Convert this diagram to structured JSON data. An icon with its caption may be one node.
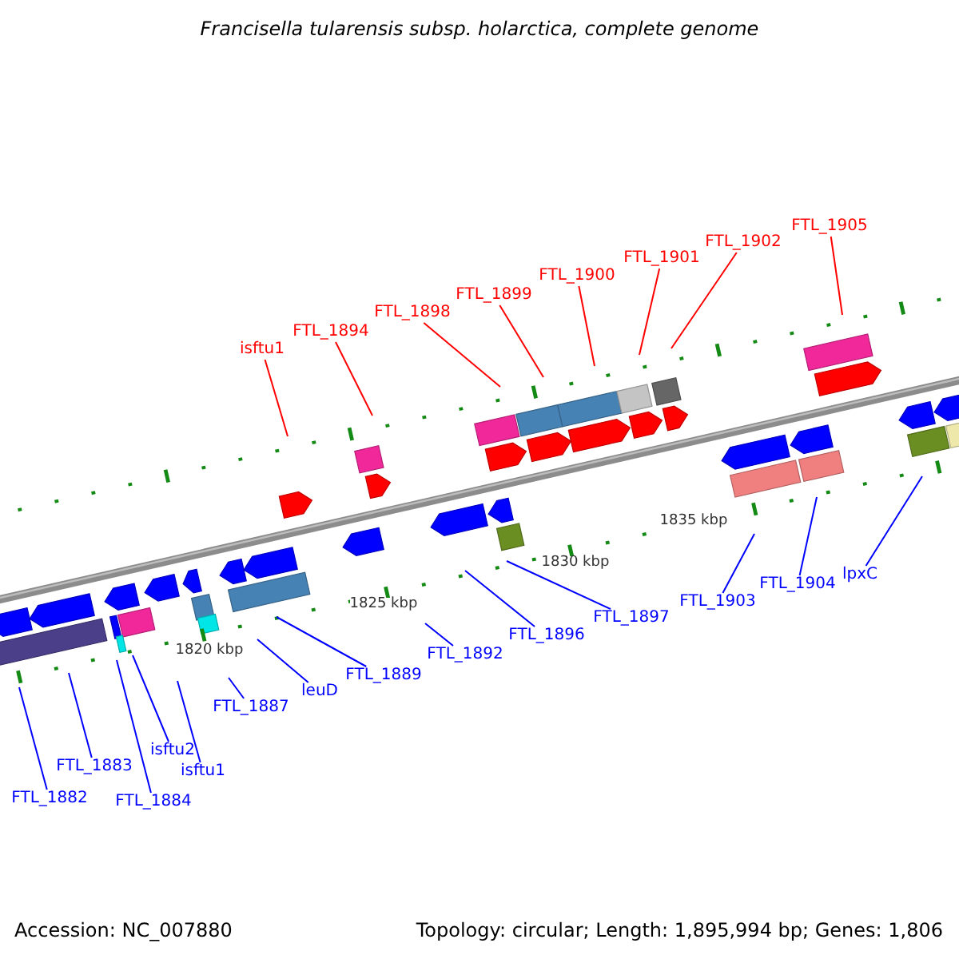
{
  "diagram": {
    "title": "Francisella tularensis subsp. holarctica, complete genome",
    "nodes": [
      {
        "text": [
          "FTL_1905"
        ]
      },
      {
        "text": [
          "FTL_1902"
        ]
      },
      {
        "text": [
          "FTL_1901"
        ]
      },
      {
        "text": [
          "FTL_1900"
        ]
      },
      {
        "text": [
          "FTL_1899"
        ]
      },
      {
        "text": [
          "FTL_1898"
        ]
      },
      {
        "text": [
          "FTL_1894"
        ]
      },
      {
        "text": [
          "isftu1"
        ]
      },
      {
        "text": [
          "lpxC"
        ]
      },
      {
        "text": [
          "FTL_1904"
        ]
      },
      {
        "text": [
          "FTL_1903"
        ]
      },
      {
        "text": [
          "FTL_1897"
        ]
      },
      {
        "text": [
          "FTL_1896"
        ]
      },
      {
        "text": [
          "FTL_1892"
        ]
      },
      {
        "text": [
          "FTL_1889"
        ]
      },
      {
        "text": [
          "leuD"
        ]
      },
      {
        "text": [
          "FTL_1887"
        ]
      },
      {
        "text": [
          "isftu2"
        ]
      },
      {
        "text": [
          "FTL_1883"
        ]
      },
      {
        "text": [
          "isftu1"
        ]
      },
      {
        "text": [
          "FTL_1882"
        ]
      },
      {
        "text": [
          "FTL_1884"
        ]
      }
    ],
    "edges": [
      {
        "from": 0,
        "to": null,
        "arrow": "none",
        "color": "#ff0000"
      },
      {
        "from": 1,
        "to": null,
        "arrow": "none",
        "color": "#ff0000"
      },
      {
        "from": 2,
        "to": null,
        "arrow": "none",
        "color": "#ff0000"
      },
      {
        "from": 3,
        "to": null,
        "arrow": "none",
        "color": "#ff0000"
      },
      {
        "from": 4,
        "to": null,
        "arrow": "none",
        "color": "#ff0000"
      },
      {
        "from": 5,
        "to": null,
        "arrow": "none",
        "color": "#ff0000"
      },
      {
        "from": 6,
        "to": null,
        "arrow": "none",
        "color": "#ff0000"
      },
      {
        "from": 7,
        "to": null,
        "arrow": "none",
        "color": "#ff0000"
      },
      {
        "from": 8,
        "to": null,
        "arrow": "none"
      },
      {
        "from": 9,
        "to": null,
        "arrow": "none"
      },
      {
        "from": 10,
        "to": null,
        "arrow": "none"
      },
      {
        "from": 11,
        "to": null,
        "arrow": "none"
      },
      {
        "from": 12,
        "to": null,
        "arrow": "none"
      },
      {
        "from": 13,
        "to": null,
        "arrow": "none"
      },
      {
        "from": 14,
        "to": null,
        "arrow": "none"
      },
      {
        "from": 15,
        "to": null,
        "arrow": "none"
      },
      {
        "from": 16,
        "to": null,
        "arrow": "none"
      },
      {
        "from": 17,
        "to": null,
        "arrow": "none"
      },
      {
        "from": 18,
        "to": null,
        "arrow": "none"
      },
      {
        "from": 19,
        "to": null,
        "arrow": "none"
      },
      {
        "from": 20,
        "to": null,
        "arrow": "none"
      },
      {
        "from": 21,
        "to": null,
        "arrow": "none"
      }
    ],
    "labels": [
      "1835 kbp",
      "1830 kbp",
      "1825 kbp",
      "1820 kbp",
      "Accession: NC_007880",
      "Topology: circular; Length: 1,895,994 bp; Genes: 1,806"
    ]
  }
}
